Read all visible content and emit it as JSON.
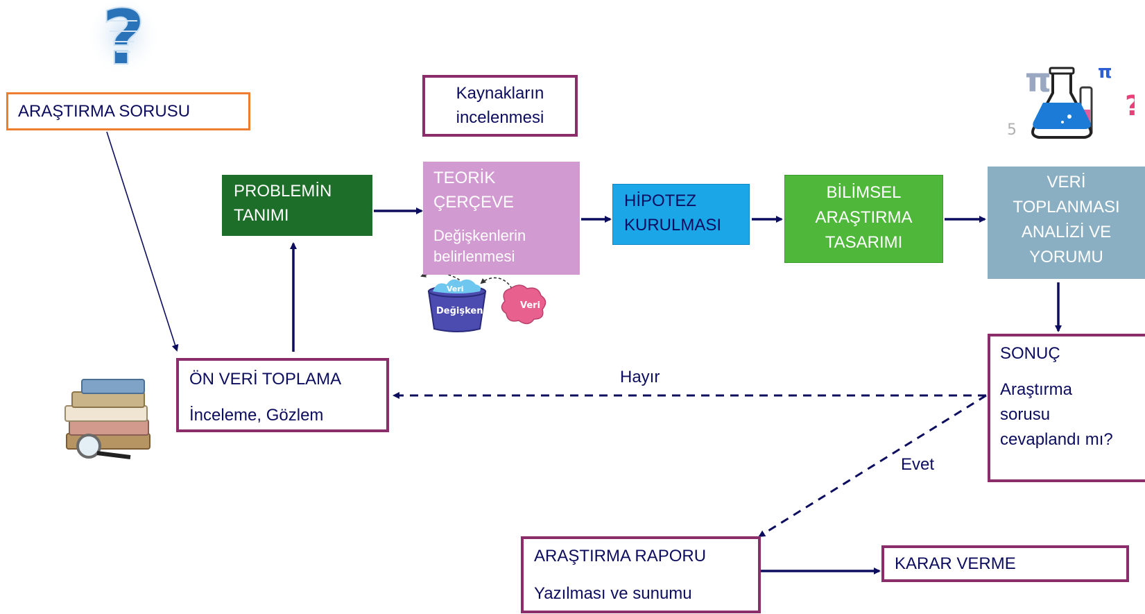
{
  "nodes": {
    "research_question": "ARAŞTIRMA SORUSU",
    "literature_review": [
      "Kaynakların",
      "incelenmesi"
    ],
    "problem_definition": [
      "PROBLEMİN",
      "TANIMI"
    ],
    "theoretical_framework": [
      "TEORİK",
      "ÇERÇEVE"
    ],
    "theoretical_sub": [
      "Değişkenlerin",
      "belirlenmesi"
    ],
    "hypothesis": [
      "HİPOTEZ",
      "KURULMASI"
    ],
    "research_design": [
      "BİLİMSEL",
      "ARAŞTIRMA",
      "TASARIMI"
    ],
    "data_analysis": [
      "VERİ",
      "TOPLANMASI",
      "ANALİZİ VE",
      "YORUMU"
    ],
    "preliminary_data": {
      "title": "ÖN VERİ TOPLAMA",
      "sub": "İnceleme, Gözlem"
    },
    "conclusion": {
      "title": "SONUÇ",
      "lines": [
        "Araştırma",
        "sorusu",
        "cevaplandı mı?"
      ]
    },
    "report": {
      "title": "ARAŞTIRMA RAPORU",
      "sub": "Yazılması ve sunumu"
    },
    "decision": "KARAR VERME"
  },
  "edge_labels": {
    "no": "Hayır",
    "yes": "Evet"
  },
  "illustrations": {
    "bucket_label": "Değişken",
    "bucket_top": "Veri",
    "blob_label": "Veri"
  },
  "colors": {
    "navy": "#0d0d5f",
    "orange": "#ed7d31",
    "maroon": "#8b2d6b",
    "dark_green": "#1d6e28",
    "pink": "#d19ad0",
    "blue": "#1ba6e8",
    "green": "#4fb83a",
    "steel": "#8bafc2"
  }
}
